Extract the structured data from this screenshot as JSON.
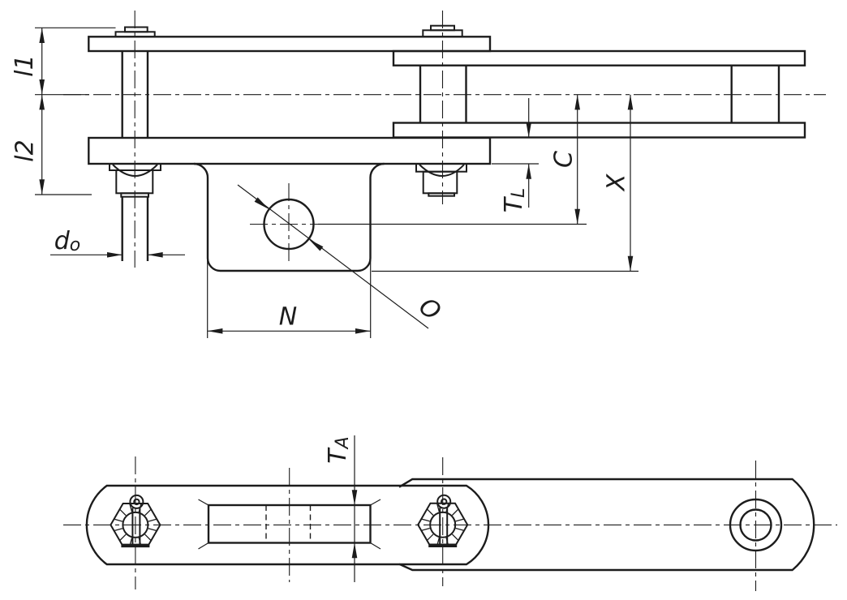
{
  "drawing": {
    "background": "#ffffff",
    "line_color": "#1c1c1c",
    "dims": {
      "l1": "l1",
      "l2": "l2",
      "d_main": "d",
      "d_sub": "o",
      "n": "N",
      "o": "O",
      "tl_main": "T",
      "tl_sub": "L",
      "c": "C",
      "x": "X",
      "ta_main": "T",
      "ta_sub": "A"
    }
  }
}
